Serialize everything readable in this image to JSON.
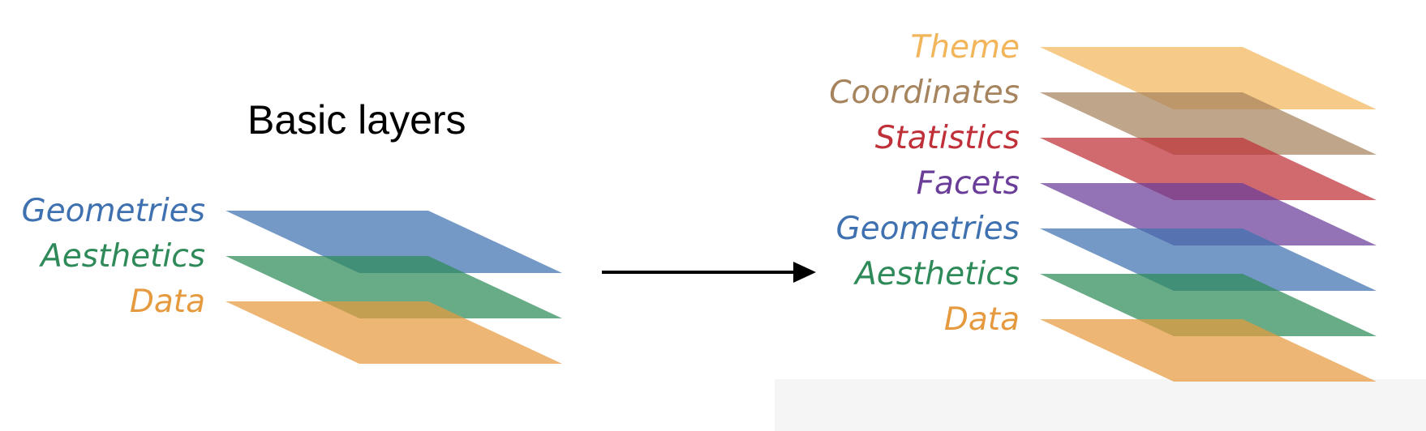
{
  "title": "Basic layers",
  "basic_layers": [
    {
      "label": "Geometries",
      "color": "#3f71b0"
    },
    {
      "label": "Aesthetics",
      "color": "#2e8a59"
    },
    {
      "label": "Data",
      "color": "#e69a3f"
    }
  ],
  "full_layers": [
    {
      "label": "Theme",
      "color": "#f2b55a"
    },
    {
      "label": "Coordinates",
      "color": "#a6845e"
    },
    {
      "label": "Statistics",
      "color": "#bf3038"
    },
    {
      "label": "Facets",
      "color": "#6a3d98"
    },
    {
      "label": "Geometries",
      "color": "#3f71b0"
    },
    {
      "label": "Aesthetics",
      "color": "#2e8a59"
    },
    {
      "label": "Data",
      "color": "#e69a3f"
    }
  ],
  "arrow": {
    "color": "#000000"
  }
}
